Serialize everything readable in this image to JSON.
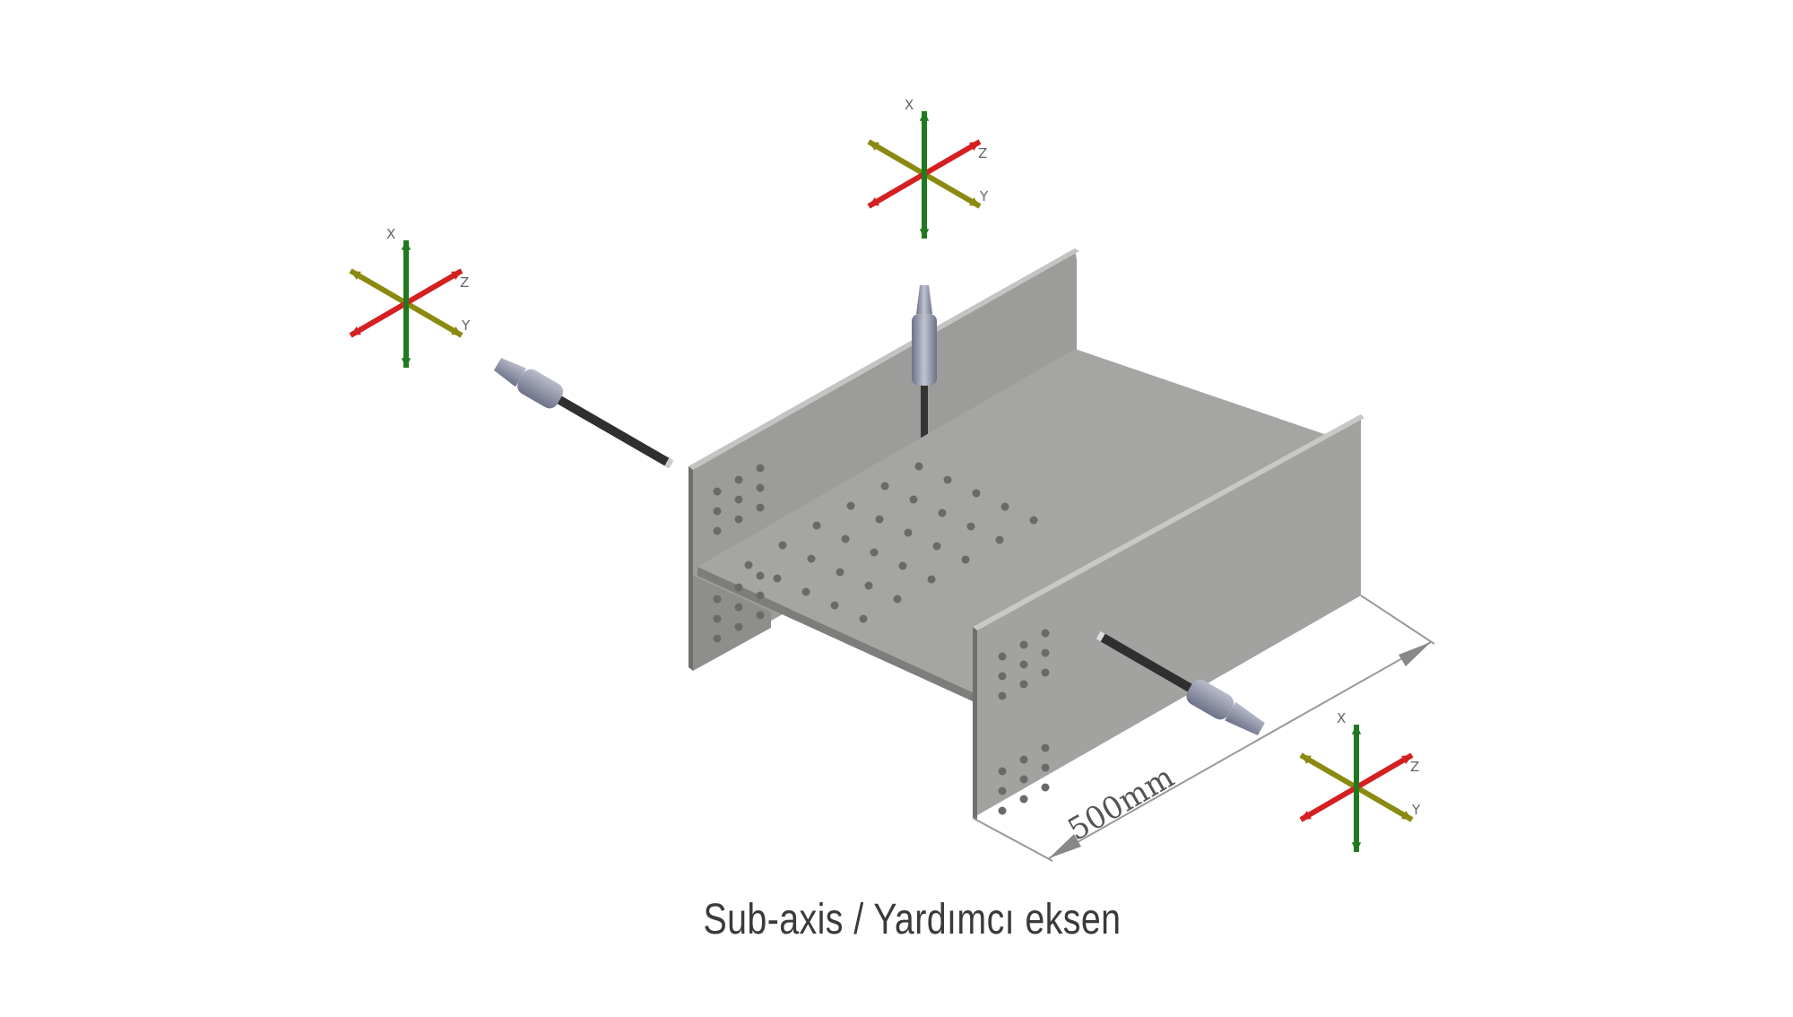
{
  "caption": "Sub-axis / Yardımcı eksen",
  "dimension_label": "500mm",
  "axis_labels": {
    "x": "X",
    "y": "Y",
    "z": "Z"
  },
  "colors": {
    "x_axis": "#1f7a1f",
    "z_axis": "#d42020",
    "y_axis": "#8a8a10",
    "part_light": "#a9a9a7",
    "part_mid": "#8f8f8d",
    "part_dark": "#7a7a78",
    "tool": "#8a8fa6"
  }
}
